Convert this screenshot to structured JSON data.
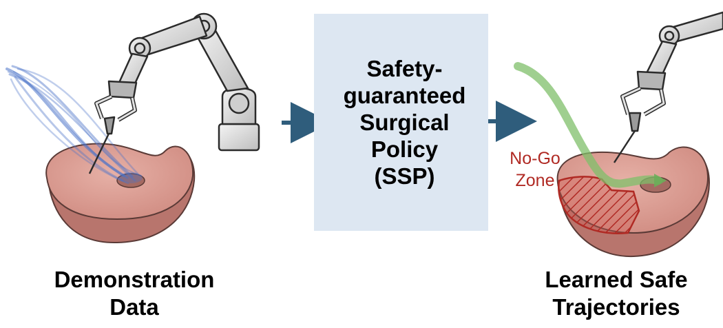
{
  "left_panel": {
    "caption_lines": [
      "Demonstration",
      "Data"
    ]
  },
  "center_box": {
    "lines": [
      "Safety-",
      "guaranteed",
      "Surgical",
      "Policy",
      "(SSP)"
    ]
  },
  "right_panel": {
    "caption_lines": [
      "Learned Safe",
      "Trajectories"
    ],
    "no_go_label_lines": [
      "No-Go",
      "Zone"
    ]
  },
  "colors": {
    "box_fill": "#dde7f2",
    "arrow": "#2f5d7c",
    "tissue": "#d89a90",
    "demo_trajectories": "#4a72c8",
    "safe_trajectory": "#7fbf6a",
    "no_go": "#c0392b"
  }
}
